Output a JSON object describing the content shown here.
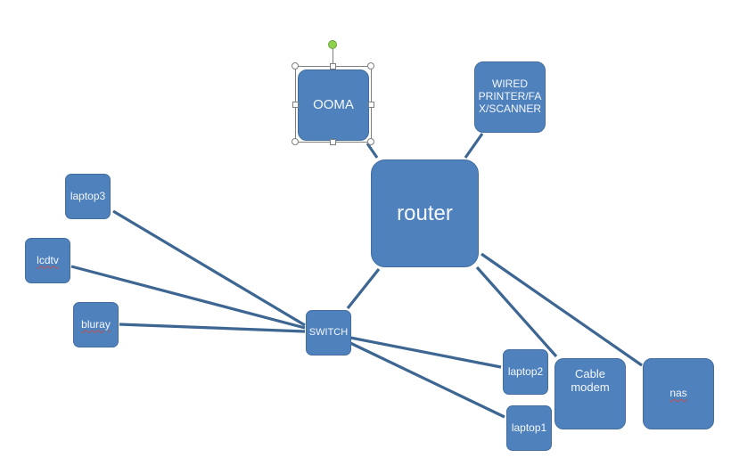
{
  "diagram": {
    "type": "network-topology",
    "colors": {
      "node_fill": "#4f81bd",
      "link": "#3d6692",
      "text": "#f4f8fc",
      "selection_rotate_handle": "#8fd14f"
    },
    "nodes": [
      {
        "id": "router",
        "label": "router"
      },
      {
        "id": "ooma",
        "label": "OOMA",
        "selected": true
      },
      {
        "id": "printer",
        "label_lines": [
          "WIRED",
          "PRINTER/FA",
          "X/SCANNER"
        ]
      },
      {
        "id": "switch",
        "label": "SWITCH"
      },
      {
        "id": "laptop3",
        "label": "laptop3"
      },
      {
        "id": "lcdtv",
        "label": "lcdtv",
        "spellcheck_flag": true
      },
      {
        "id": "bluray",
        "label": "bluray",
        "spellcheck_flag": true
      },
      {
        "id": "laptop2",
        "label": "laptop2"
      },
      {
        "id": "laptop1",
        "label": "laptop1"
      },
      {
        "id": "cable_modem",
        "label_lines": [
          "Cable",
          "modem"
        ]
      },
      {
        "id": "nas",
        "label": "nas",
        "spellcheck_flag": true
      }
    ],
    "links": [
      {
        "from": "router",
        "to": "ooma"
      },
      {
        "from": "router",
        "to": "printer"
      },
      {
        "from": "router",
        "to": "switch"
      },
      {
        "from": "router",
        "to": "cable_modem"
      },
      {
        "from": "router",
        "to": "nas"
      },
      {
        "from": "switch",
        "to": "laptop3"
      },
      {
        "from": "switch",
        "to": "lcdtv"
      },
      {
        "from": "switch",
        "to": "bluray"
      },
      {
        "from": "switch",
        "to": "laptop2"
      },
      {
        "from": "switch",
        "to": "laptop1"
      }
    ]
  }
}
